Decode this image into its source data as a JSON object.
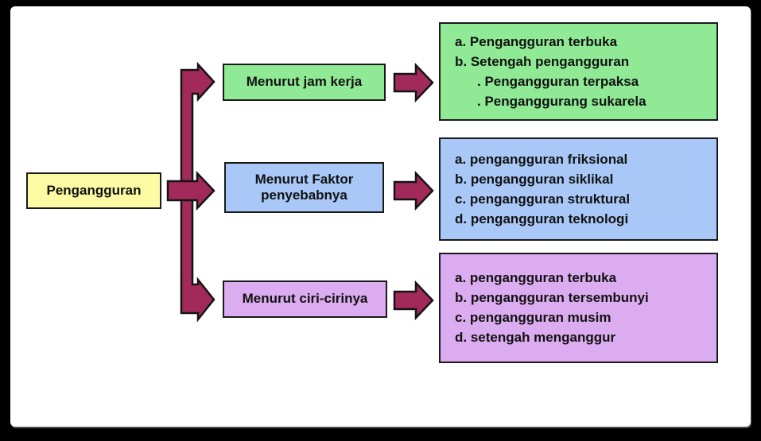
{
  "diagram": {
    "title_implicit": "Pengangguran classification diagram",
    "root": {
      "label": "Pengangguran",
      "fill": "#FCFBA3"
    },
    "branches": [
      {
        "label": "Menurut jam kerja",
        "fill": "#8FE995",
        "items": [
          "a. Pengangguran terbuka",
          "b. Setengah pengangguran",
          ".  Pengangguran terpaksa",
          ".  Penganggurang sukarela"
        ]
      },
      {
        "label": "Menurut Faktor penyebabnya",
        "fill": "#A9C8F7",
        "items": [
          "a. pengangguran friksional",
          "b. pengangguran siklikal",
          "c. pengangguran struktural",
          "d. pengangguran teknologi"
        ]
      },
      {
        "label": "Menurut ciri-cirinya",
        "fill": "#DBACEF",
        "items": [
          "a. pengangguran terbuka",
          "b. pengangguran tersembunyi",
          "c. pengangguran musim",
          "d. setengah menganggur"
        ]
      }
    ],
    "colors": {
      "frame_bg": "#000000",
      "panel_bg": "#ffffff",
      "arrow_fill": "#A12A5B",
      "arrow_stroke": "#141414",
      "box_border": "#1a1a1a"
    }
  }
}
